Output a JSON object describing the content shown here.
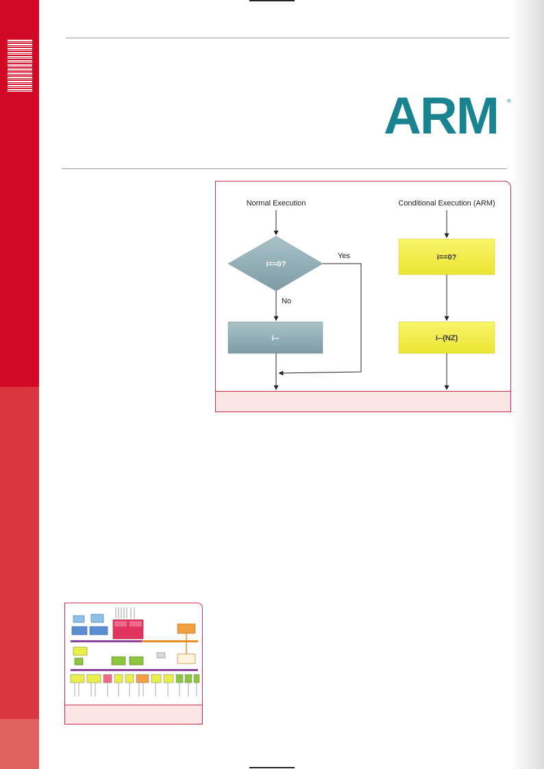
{
  "logo": {
    "text": "ARM",
    "registered_mark": "®",
    "color": "#1a8390"
  },
  "figure_1": {
    "left_column": {
      "heading": "Normal Execution",
      "decision": "i==0?",
      "yes_label": "Yes",
      "no_label": "No",
      "process": "i--"
    },
    "right_column": {
      "heading": "Conditional Execution (ARM)",
      "decision": "i==0?",
      "process": "i--(NZ)"
    },
    "colors": {
      "normal_fill": "#8eabb3",
      "conditional_fill": "#f2ee3c",
      "frame": "#d2284a",
      "caption_fill": "#fbe6e6"
    }
  },
  "figure_2": {
    "description_icon": "block-diagram-thumbnail",
    "colors": {
      "cpu_block": "#e0355e",
      "bus_orange": "#f08a2a",
      "peripheral_yellow": "#e9ef4a",
      "blue_block": "#5b8ed0",
      "green_block": "#8cc63f"
    }
  },
  "sidebar": {
    "colors": [
      "#d20a26",
      "#da3741",
      "#e0625e"
    ]
  }
}
